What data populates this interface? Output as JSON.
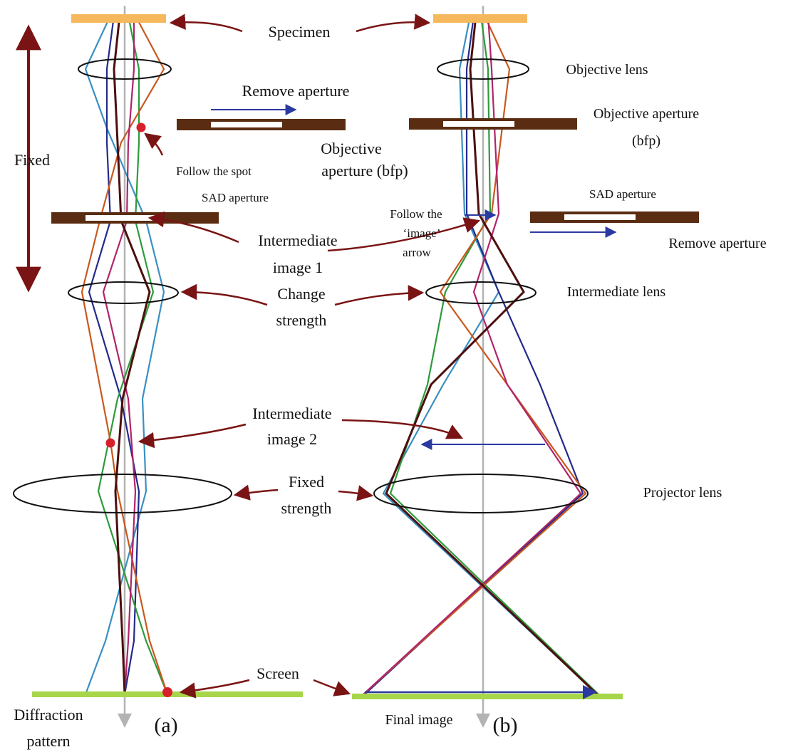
{
  "labels": {
    "specimen": "Specimen",
    "fixed": "Fixed",
    "remove_aperture_a": "Remove aperture",
    "follow_spot": "Follow the spot",
    "sad_aperture_a": "SAD aperture",
    "objective_aperture_a_line1": "Objective",
    "objective_aperture_a_line2": "aperture (bfp)",
    "intermediate_image1_line1": "Intermediate",
    "intermediate_image1_line2": "image 1",
    "change_strength_line1": "Change",
    "change_strength_line2": "strength",
    "intermediate_image2_line1": "Intermediate",
    "intermediate_image2_line2": "image 2",
    "fixed_strength_line1": "Fixed",
    "fixed_strength_line2": "strength",
    "screen": "Screen",
    "diffraction_pattern_line1": "Diffraction",
    "diffraction_pattern_line2": "pattern",
    "panel_a": "(a)",
    "objective_lens": "Objective lens",
    "objective_aperture_b_line1": "Objective aperture",
    "objective_aperture_b_line2": "(bfp)",
    "sad_aperture_b": "SAD aperture",
    "follow_image_line1": "Follow the",
    "follow_image_line2": "‘image’",
    "follow_image_line3": "arrow",
    "remove_aperture_b": "Remove aperture",
    "intermediate_lens": "Intermediate lens",
    "projector_lens": "Projector lens",
    "final_image": "Final image",
    "panel_b": "(b)"
  },
  "colors": {
    "specimen": "#f5b85c",
    "aperture": "#5a2d12",
    "screen": "#a8d64a",
    "annotation_arrow": "#7a1414",
    "remove_arrow": "#2b3aa0",
    "axis": "#b3b3b3",
    "spot": "#d8202a",
    "ray_blue": "#3a8fc2",
    "ray_navy": "#232a8a",
    "ray_green": "#2e9a3c",
    "ray_orange": "#c9581e",
    "ray_magenta": "#b0246a",
    "ray_darkred": "#4d0f0f"
  }
}
